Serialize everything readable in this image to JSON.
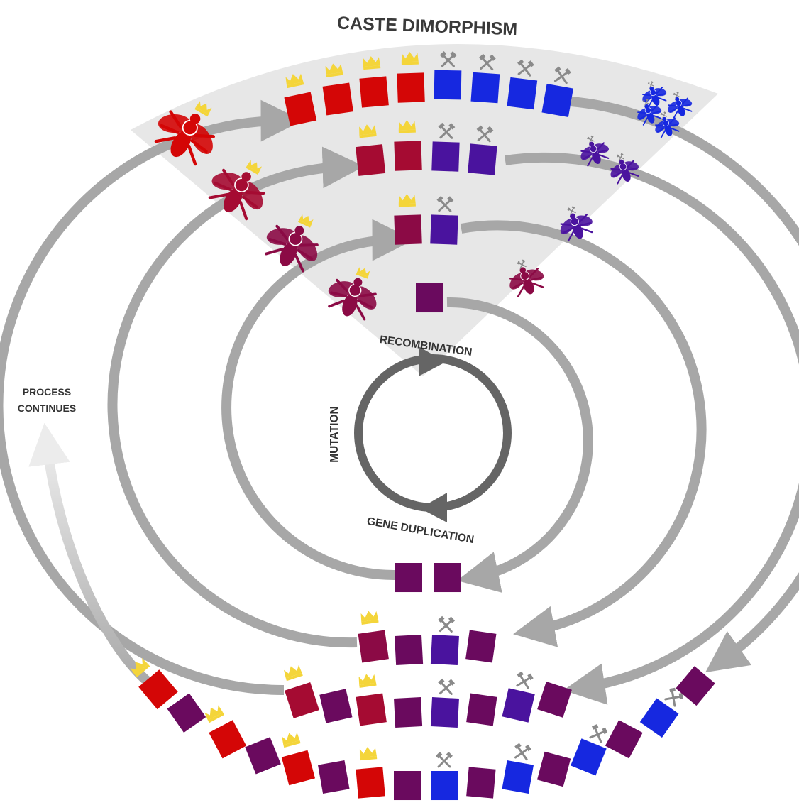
{
  "title": "CASTE DIMORPHISM",
  "side_note_line1": "PROCESS",
  "side_note_line2": "CONTINUES",
  "cycle_labels": {
    "top": "RECOMBINATION",
    "left": "MUTATION",
    "bottom": "GENE DUPLICATION"
  },
  "colors": {
    "queen_red": "#d40606",
    "queen_dark_red": "#a50b32",
    "queen_crimson": "#8b0a45",
    "plum": "#6a0a5e",
    "purple": "#4a139e",
    "worker_blue": "#1628e0",
    "crown": "#f4d53a",
    "tool": "#8a8a8a",
    "arrow_gray": "#a7a7a7",
    "cycle_gray": "#656565",
    "fan_gray": "#e7e7e7"
  },
  "icons": [
    "crown-icon",
    "hammer-icon",
    "bee-icon",
    "arrow-icon"
  ]
}
